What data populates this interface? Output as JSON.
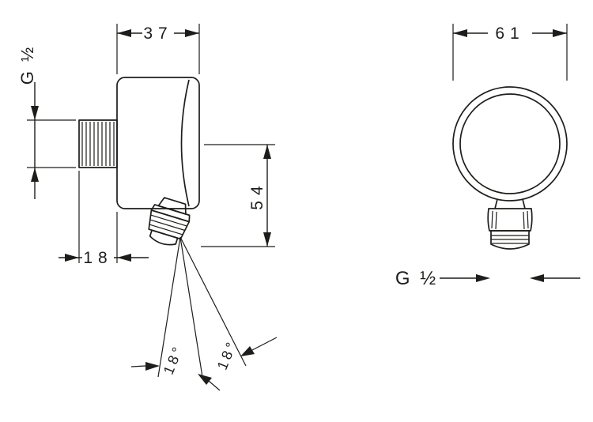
{
  "drawing": {
    "ink_color": "#1d1d1b",
    "background_color": "#ffffff",
    "side_view": {
      "width_dim_label": "37",
      "inlet_thread_label": "G ½",
      "offset_dim_label": "18",
      "height_dim_label": "54",
      "swivel_angle_label_1": "18°",
      "swivel_angle_label_2": "18°"
    },
    "front_view": {
      "diameter_dim_label": "61",
      "outlet_thread_label": "G ½"
    }
  }
}
